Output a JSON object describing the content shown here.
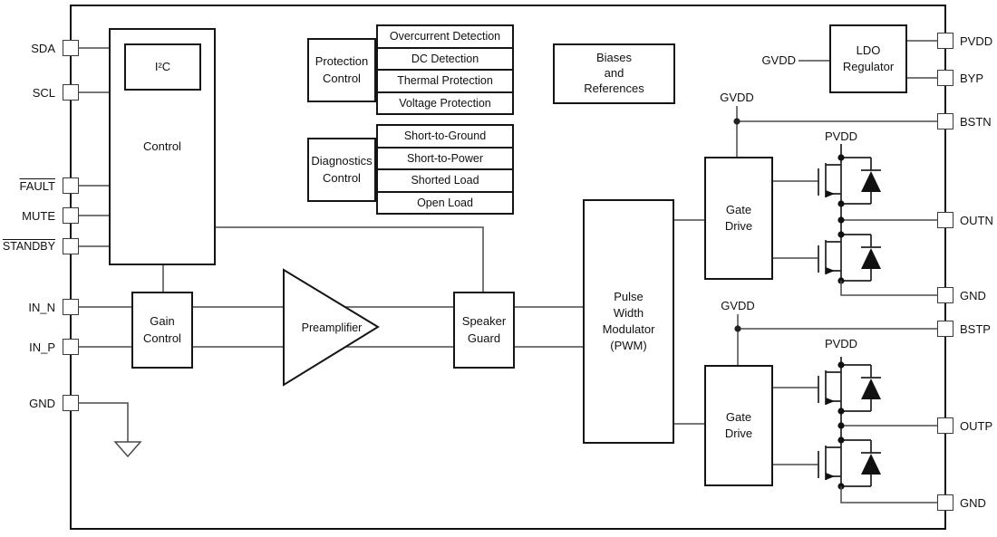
{
  "pins": {
    "left": [
      {
        "label": "SDA",
        "overline": false
      },
      {
        "label": "SCL",
        "overline": false
      },
      {
        "label": "FAULT",
        "overline": true
      },
      {
        "label": "MUTE",
        "overline": false
      },
      {
        "label": "STANDBY",
        "overline": true
      },
      {
        "label": "IN_N",
        "overline": false
      },
      {
        "label": "IN_P",
        "overline": false
      },
      {
        "label": "GND",
        "overline": false
      }
    ],
    "right": [
      {
        "label": "PVDD",
        "overline": false
      },
      {
        "label": "BYP",
        "overline": false
      },
      {
        "label": "BSTN",
        "overline": false
      },
      {
        "label": "OUTN",
        "overline": false
      },
      {
        "label": "GND",
        "overline": false
      },
      {
        "label": "BSTP",
        "overline": false
      },
      {
        "label": "OUTP",
        "overline": false
      },
      {
        "label": "GND",
        "overline": false
      }
    ]
  },
  "blocks": {
    "control": {
      "label": "Control"
    },
    "i2c": {
      "label": "I²C"
    },
    "gain_control": {
      "line1": "Gain",
      "line2": "Control"
    },
    "preamplifier": {
      "label": "Preamplifier"
    },
    "speaker_guard": {
      "line1": "Speaker",
      "line2": "Guard"
    },
    "pwm": {
      "line1": "Pulse",
      "line2": "Width",
      "line3": "Modulator",
      "line4": "(PWM)"
    },
    "gate_drive_n": {
      "line1": "Gate",
      "line2": "Drive"
    },
    "gate_drive_p": {
      "line1": "Gate",
      "line2": "Drive"
    },
    "ldo": {
      "line1": "LDO",
      "line2": "Regulator"
    },
    "biases": {
      "line1": "Biases",
      "line2": "and",
      "line3": "References"
    },
    "protection_control": {
      "line1": "Protection",
      "line2": "Control"
    },
    "diagnostics_control": {
      "line1": "Diagnostics",
      "line2": "Control"
    }
  },
  "protection_items": [
    "Overcurrent Detection",
    "DC Detection",
    "Thermal Protection",
    "Voltage Protection"
  ],
  "diagnostics_items": [
    "Short-to-Ground",
    "Short-to-Power",
    "Shorted Load",
    "Open Load"
  ],
  "net_labels": {
    "gvdd": "GVDD",
    "pvdd": "PVDD"
  },
  "colors": {
    "wire": "#4a4a4a",
    "border": "#151515",
    "background": "#ffffff"
  }
}
